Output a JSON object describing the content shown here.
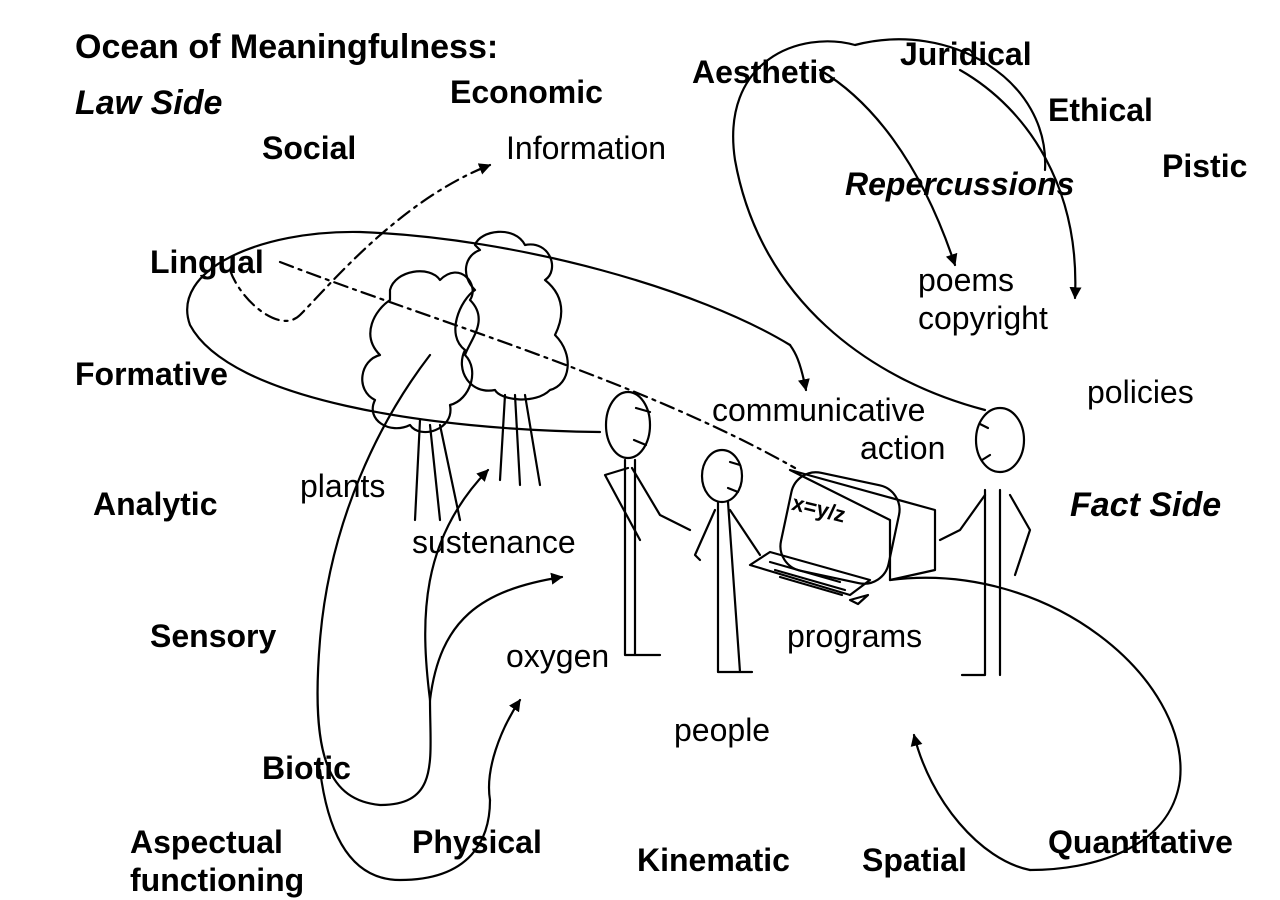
{
  "title": "Ocean of Meaningfulness:",
  "law_side": "Law Side",
  "fact_side": "Fact Side",
  "repercussions": "Repercussions",
  "aspects": {
    "economic": "Economic",
    "aesthetic": "Aesthetic",
    "juridical": "Juridical",
    "ethical": "Ethical",
    "pistic": "Pistic",
    "social": "Social",
    "lingual": "Lingual",
    "formative": "Formative",
    "analytic": "Analytic",
    "sensory": "Sensory",
    "biotic": "Biotic",
    "aspectual_line1": "Aspectual",
    "aspectual_line2": "functioning",
    "physical": "Physical",
    "kinematic": "Kinematic",
    "spatial": "Spatial",
    "quantitative": "Quantitative"
  },
  "entities": {
    "information": "Information",
    "poems": "poems",
    "copyright": "copyright",
    "policies": "policies",
    "communicative_line1": "communicative",
    "communicative_line2": "action",
    "plants": "plants",
    "sustenance": "sustenance",
    "oxygen": "oxygen",
    "programs": "programs",
    "people": "people",
    "screen_formula": "x=y/z"
  }
}
